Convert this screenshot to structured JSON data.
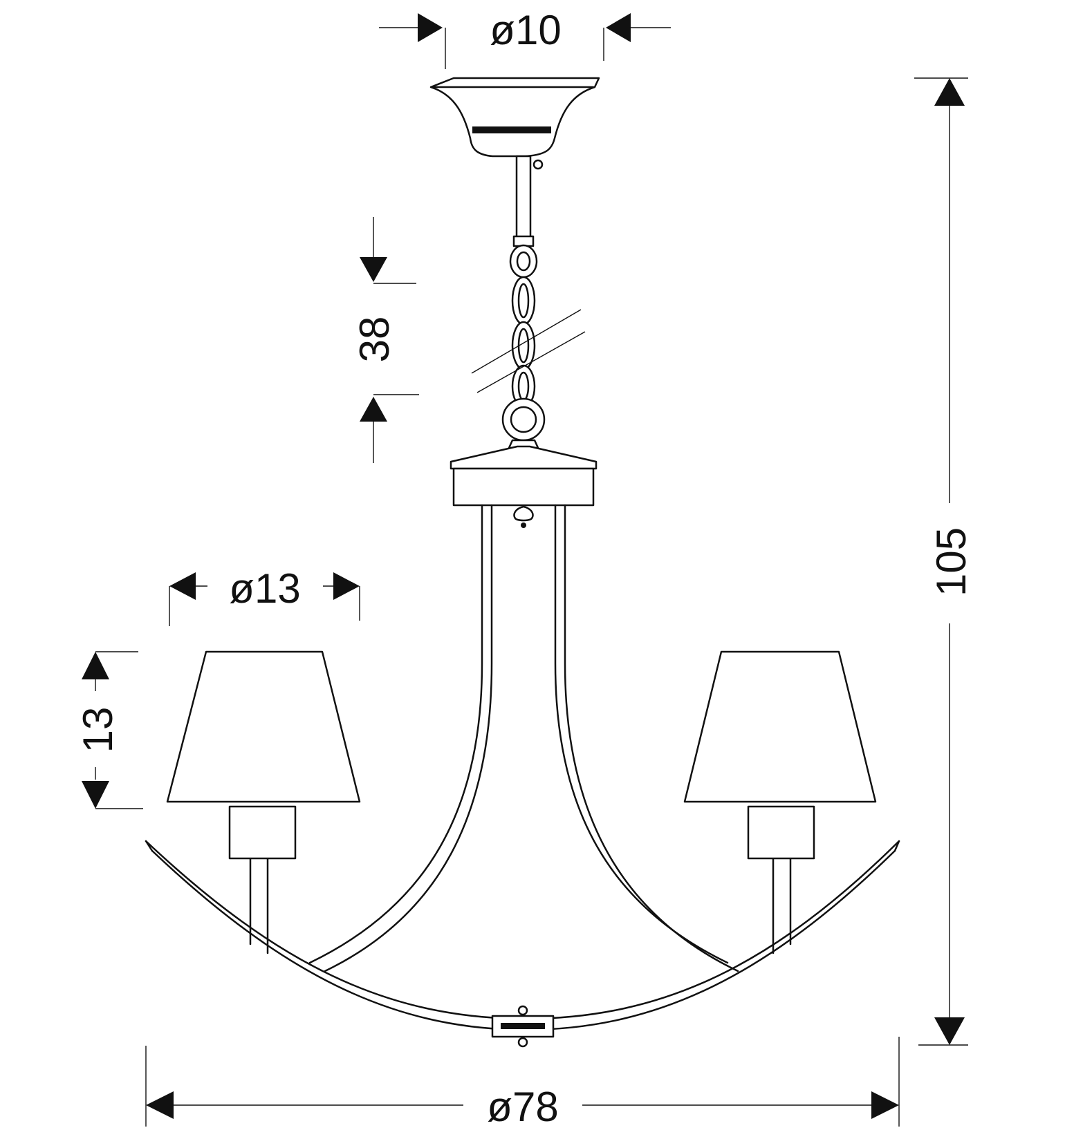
{
  "dimensions": {
    "canopy_diameter": "ø10",
    "chain_length": "38",
    "total_height": "105",
    "shade_diameter": "ø13",
    "shade_height": "13",
    "overall_diameter": "ø78"
  },
  "colors": {
    "line": "#111111",
    "background": "#ffffff"
  }
}
